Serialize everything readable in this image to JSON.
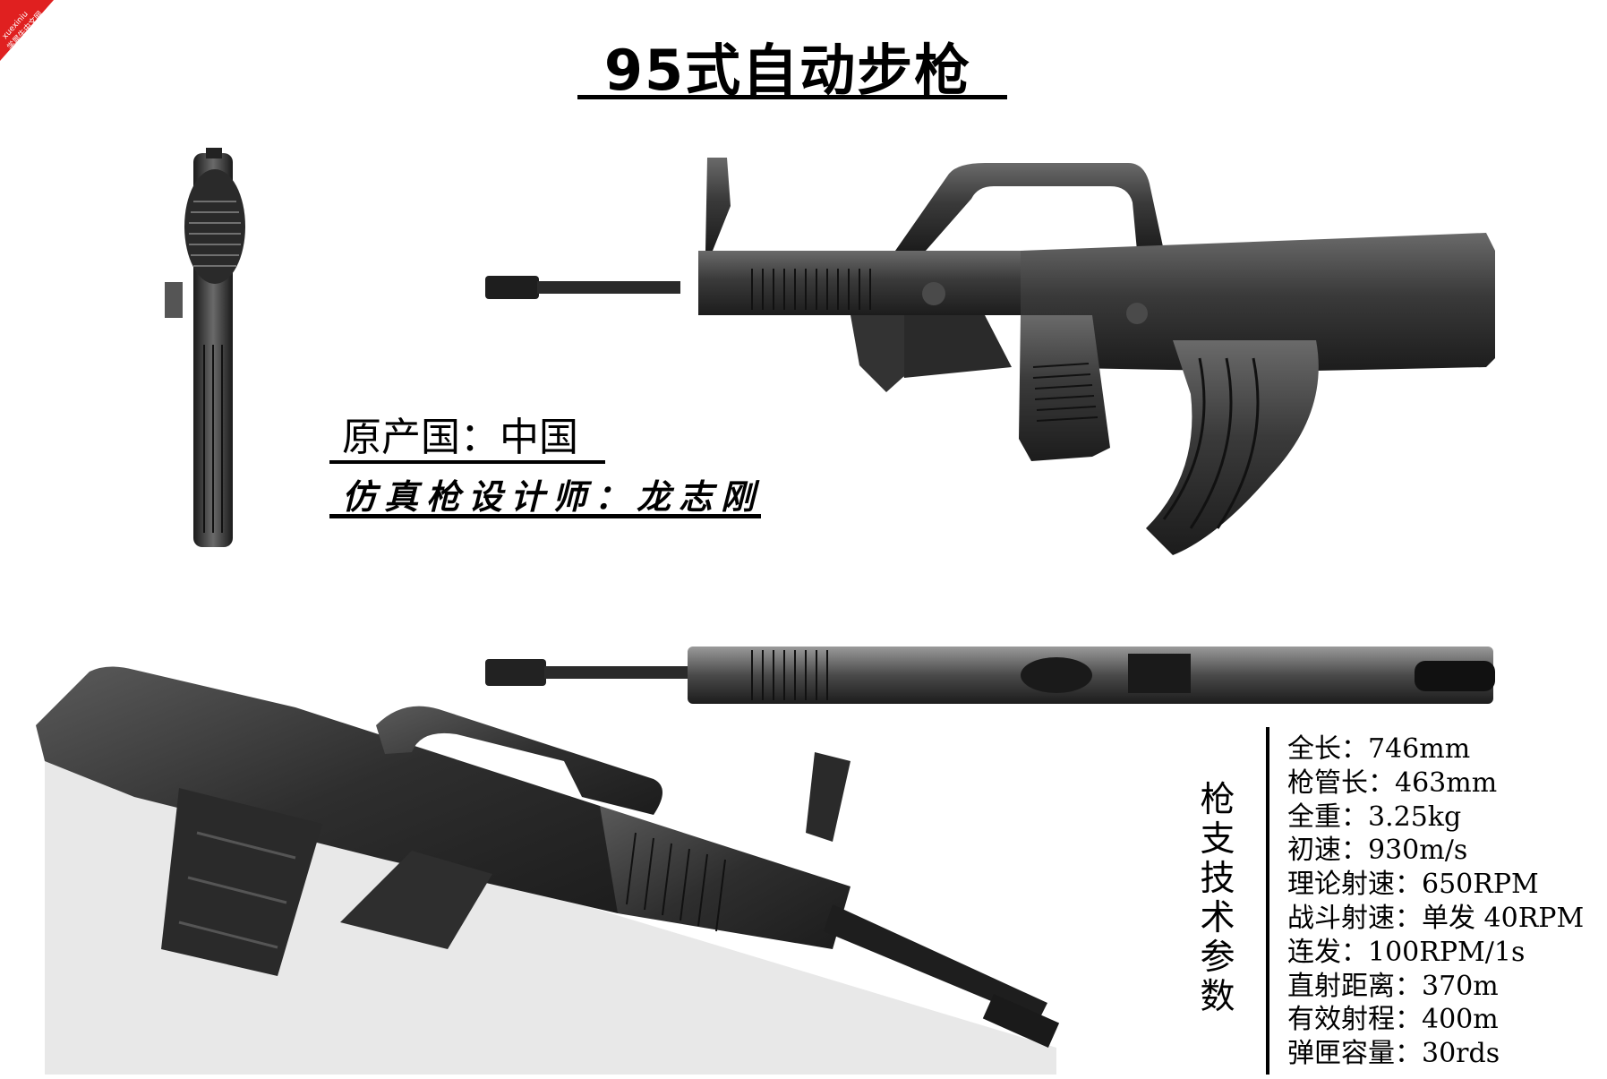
{
  "title": "95式自动步枪",
  "origin": "原产国：中国",
  "designer": "仿真枪设计师：龙志刚",
  "watermark": {
    "line1": "xuexiniu",
    "line2": "学犀牛中文网",
    "color": "#e02020"
  },
  "specs": {
    "heading": "枪支技术参数",
    "items": [
      "全长：746mm",
      "枪管长：463mm",
      "全重：3.25kg",
      "初速：930m/s",
      "理论射速：650RPM",
      "战斗射速：单发 40RPM",
      "连发：100RPM/1s",
      "直射距离：370m",
      "有效射程：400m",
      "弹匣容量：30rds"
    ]
  },
  "colors": {
    "gun_body": "#3a3a3a",
    "gun_dark": "#1e1e1e",
    "gun_highlight": "#7a7a7a",
    "reflection": "#d8d8d8"
  }
}
